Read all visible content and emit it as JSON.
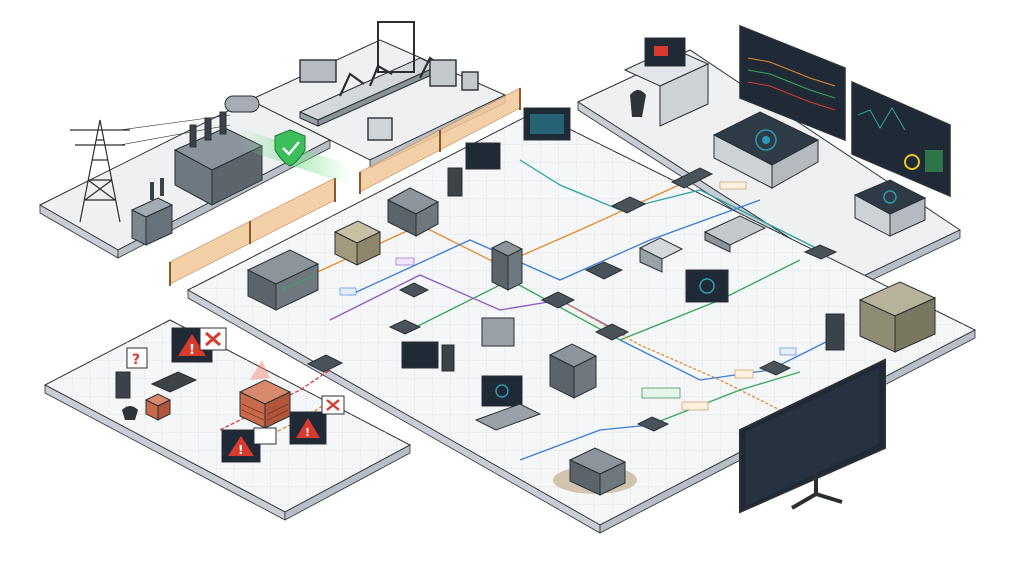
{
  "colors": {
    "background": "#ffffff",
    "platform_top": "#f2f4f6",
    "platform_side": "#c9ced4",
    "grid_line": "#d9dee3",
    "outline": "#2b2f33",
    "fence": "#e9b98a",
    "shield": "#3cbf5a",
    "alert_red": "#d83a2e",
    "firewall_brick": "#c9694b",
    "screen_dark": "#1f2a36",
    "screen_teal": "#2e9bb5",
    "cable_orange": "#e8892a",
    "cable_blue": "#3a7bd5",
    "cable_green": "#3aa65a",
    "cable_purple": "#8a5ac2",
    "cable_teal": "#2aa3a3"
  },
  "icons": [
    "power-transmission-tower-icon",
    "transformer-icon",
    "industrial-robot-arm-icon",
    "conveyor-line-icon",
    "security-shield-check-icon",
    "control-desk-icon",
    "monitoring-dashboard-icon",
    "server-rack-icon",
    "network-switch-icon",
    "router-icon",
    "desktop-monitor-icon",
    "laptop-icon",
    "firewall-brick-icon",
    "alert-warning-icon",
    "error-x-icon",
    "question-mark-icon",
    "rugged-field-unit-icon",
    "large-display-icon"
  ],
  "zones": [
    {
      "name": "substation-zone"
    },
    {
      "name": "manufacturing-zone"
    },
    {
      "name": "control-room-zone"
    },
    {
      "name": "central-network-zone"
    },
    {
      "name": "compromised-zone"
    }
  ],
  "labels": {
    "cable_tag_a": "",
    "cable_tag_b": ""
  }
}
